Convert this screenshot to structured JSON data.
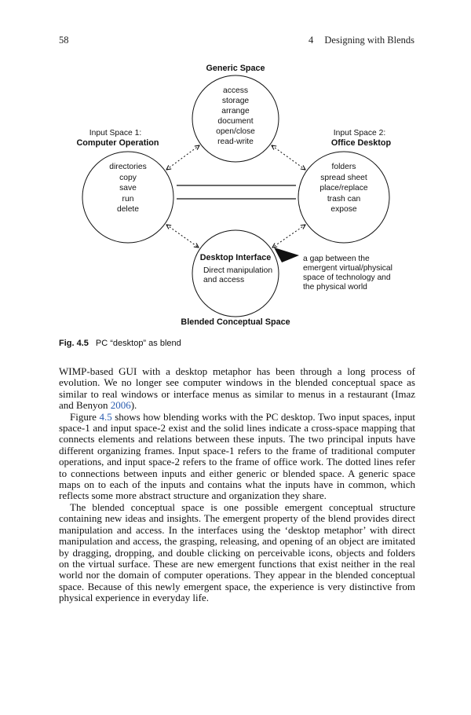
{
  "header": {
    "page_number": "58",
    "chapter_number": "4",
    "running_title": "Designing with Blends"
  },
  "figure": {
    "generic": {
      "title": "Generic Space",
      "items": [
        "access",
        "storage",
        "arrange",
        "document",
        "open/close",
        "read-write"
      ]
    },
    "input1": {
      "label1": "Input Space 1:",
      "label2": "Computer Operation",
      "items": [
        "directories",
        "copy",
        "save",
        "run",
        "delete"
      ]
    },
    "input2": {
      "label1": "Input Space 2:",
      "label2": "Office Desktop",
      "items": [
        "folders",
        "spread sheet",
        "place/replace",
        "trash can",
        "expose"
      ]
    },
    "blended": {
      "title": "Desktop Interface",
      "line1": "Direct manipulation",
      "line2": "and access",
      "label": "Blended Conceptual Space"
    },
    "gap_note": {
      "line1": "a gap between the",
      "line2": "emergent virtual/physical",
      "line3": "space of technology and",
      "line4": "the physical world"
    }
  },
  "caption": {
    "label": "Fig. 4.5",
    "text": "PC “desktop” as blend"
  },
  "body": {
    "p1": {
      "pre": "WIMP-based GUI with a desktop metaphor has been through a long process of evolution. We no longer see computer windows in the blended conceptual space as similar to real windows or interface menus as similar to menus in a restaurant (Imaz and Benyon ",
      "link": "2006",
      "post": ")."
    },
    "p2": {
      "pre": "Figure ",
      "link": "4.5",
      "post": " shows how blending works with the PC desktop. Two input spaces, input space-1 and input space-2 exist and the solid lines indicate a cross-space mapping that connects elements and relations between these inputs. The two principal inputs have different organizing frames. Input space-1 refers to the frame of traditional computer operations, and input space-2 refers to the frame of office work. The dotted lines refer to connections between inputs and either generic or blended space. A generic space maps on to each of the inputs and contains what the inputs have in common, which reflects some more abstract structure and organization they share."
    },
    "p3": {
      "text": "The blended conceptual space is one possible emergent conceptual structure containing new ideas and insights. The emergent property of the blend provides direct manipulation and access. In the interfaces using the ‘desktop metaphor’ with direct manipulation and access, the grasping, releasing, and opening of an object are imitated by dragging, dropping, and double clicking on perceivable icons, objects and folders on the virtual surface. These are new emergent functions that exist neither in the real world nor the domain of computer operations. They appear in the blended conceptual space. Because of this newly emergent space, the experience is very distinctive from physical experience in everyday life."
    }
  },
  "colors": {
    "link": "#2a5db0",
    "text": "#111111",
    "background": "#ffffff",
    "diagram_stroke": "#111111"
  }
}
